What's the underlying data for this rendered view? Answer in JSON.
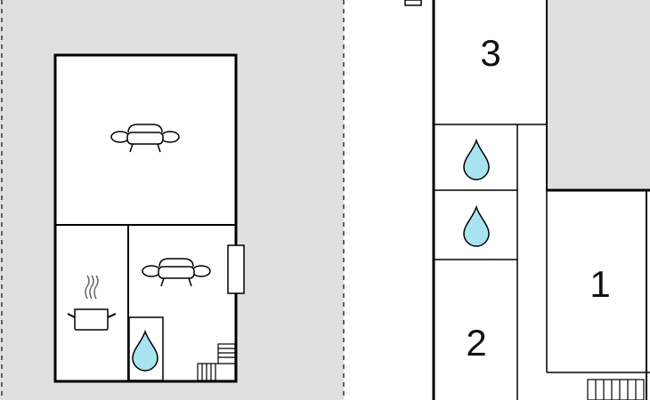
{
  "floorplan": {
    "rooms": [
      {
        "id": "room-3",
        "label": "3"
      },
      {
        "id": "room-2",
        "label": "2"
      },
      {
        "id": "room-1",
        "label": "1"
      }
    ],
    "icons": [
      "sofa-icon",
      "armchair-icon",
      "cooking-pot-icon",
      "water-drop-icon",
      "stairs-icon",
      "window-icon"
    ],
    "colors": {
      "wall": "#000000",
      "outdoor_area": "#e0e0e0",
      "water": "#a8e4f0"
    }
  }
}
